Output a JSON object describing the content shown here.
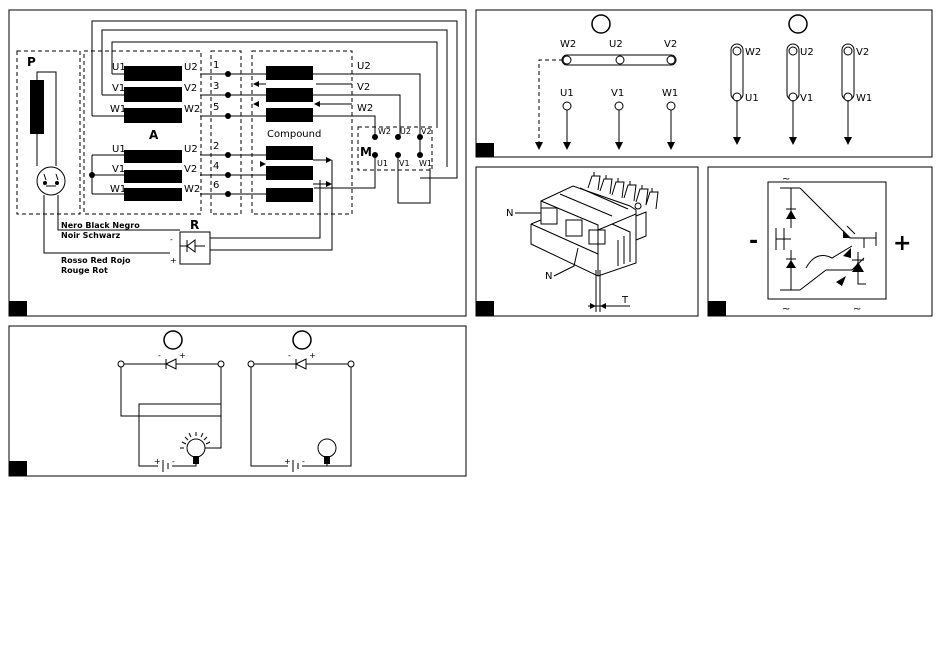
{
  "wiring": {
    "p_label": "P",
    "a_label": "A",
    "r_label": "R",
    "m_label": "M",
    "compound_label": "Compound",
    "coil_left_top": [
      "U1",
      "V1",
      "W1"
    ],
    "coil_right_top": [
      "U2",
      "V2",
      "W2"
    ],
    "coil_left_bottom": [
      "U1",
      "V1",
      "W1"
    ],
    "coil_right_bottom": [
      "U2",
      "V2",
      "W2"
    ],
    "terminal_numbers_top": [
      "1",
      "3",
      "5"
    ],
    "terminal_numbers_bottom": [
      "2",
      "4",
      "6"
    ],
    "out_labels": [
      "U2",
      "V2",
      "W2"
    ],
    "m_top": [
      "W2",
      "U2",
      "V2"
    ],
    "m_bottom": [
      "U1",
      "V1",
      "W1"
    ],
    "legend_black": [
      "Nero Black Negro",
      "Noir Schwarz"
    ],
    "legend_red": [
      "Rosso Red Rojo",
      "Rouge Rot"
    ],
    "minus": "-",
    "plus": "+"
  },
  "connections": {
    "star_top": [
      "W2",
      "U2",
      "V2"
    ],
    "star_bottom": [
      "U1",
      "V1",
      "W1"
    ],
    "delta_top": [
      "W2",
      "U2",
      "V2"
    ],
    "delta_bottom": [
      "U1",
      "V1",
      "W1"
    ]
  },
  "component": {
    "n1": "N",
    "n2": "N",
    "t": "T"
  },
  "bridge": {
    "ac": "~",
    "minus": "-",
    "plus": "+"
  },
  "test": {
    "diode_minus": "-",
    "diode_plus": "+",
    "batt_plus": "+",
    "batt_minus": "-"
  }
}
